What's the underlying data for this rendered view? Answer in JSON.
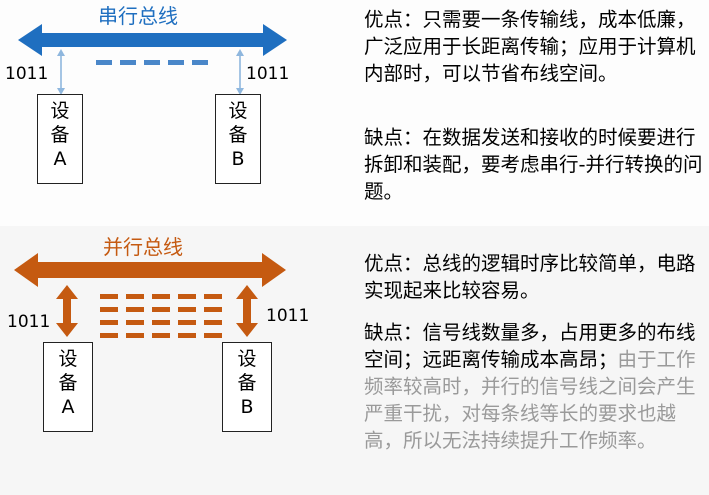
{
  "colors": {
    "serial_blue": "#1f6fc0",
    "parallel_orange": "#c55a11",
    "arrow_light_blue": "#8fb7de",
    "text_faded": "#9a9a9a"
  },
  "serial": {
    "title": "串行总线",
    "bits_left": "1011",
    "bits_right": "1011",
    "device_a": {
      "line1": "设",
      "line2": "备",
      "line3": "A"
    },
    "device_b": {
      "line1": "设",
      "line2": "备",
      "line3": "B"
    },
    "advantages": "优点：只需要一条传输线，成本低廉，广泛应用于长距离传输；应用于计算机内部时，可以节省布线空间。",
    "disadvantages": "缺点：在数据发送和接收的时候要进行拆卸和装配，要考虑串行-并行转换的问题。"
  },
  "parallel": {
    "title": "并行总线",
    "bits_left": "1011",
    "bits_right": "1011",
    "device_a": {
      "line1": "设",
      "line2": "备",
      "line3": "A"
    },
    "device_b": {
      "line1": "设",
      "line2": "备",
      "line3": "B"
    },
    "advantages": "优点：总线的逻辑时序比较简单，电路实现起来比较容易。",
    "disadvantages_main": "缺点：信号线数量多，占用更多的布线空间；远距离传输成本高昂；",
    "disadvantages_faded": "由于工作频率较高时，并行的信号线之间会产生严重干扰，对每条线等长的要求也越高，所以无法持续提升工作频率。"
  }
}
